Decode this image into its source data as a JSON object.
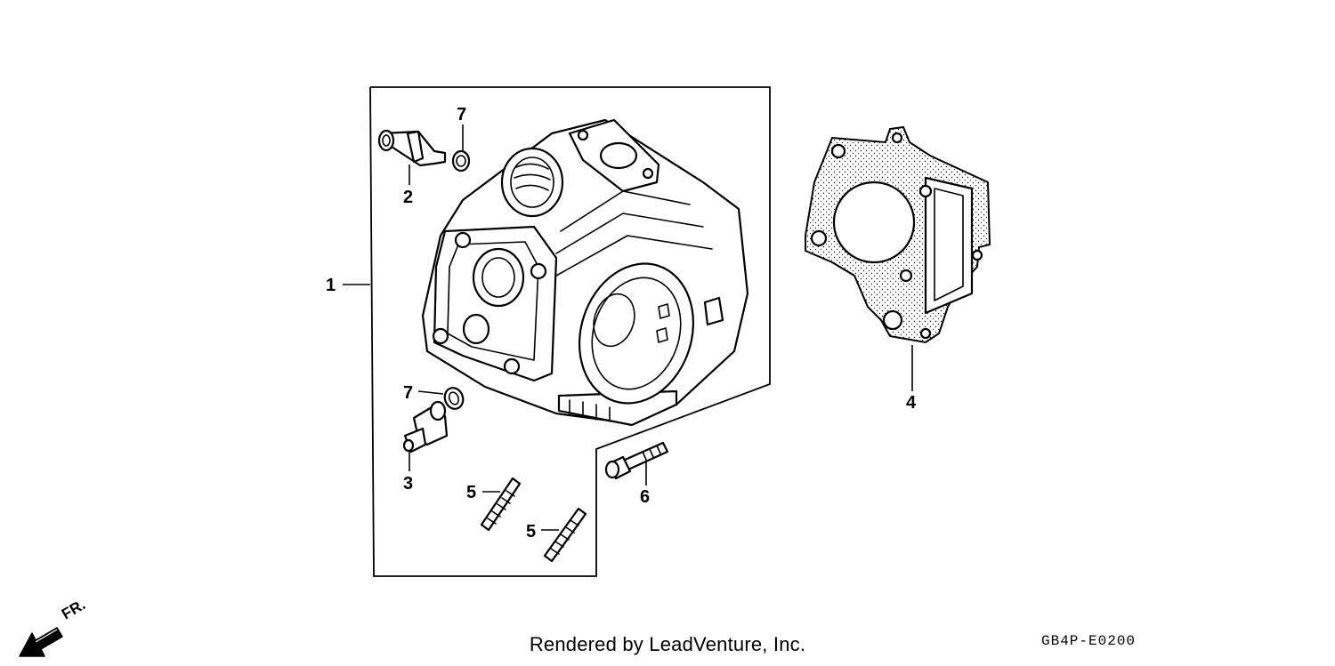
{
  "diagram": {
    "callouts": [
      {
        "id": "1"
      },
      {
        "id": "2"
      },
      {
        "id": "3"
      },
      {
        "id": "4"
      },
      {
        "id": "5"
      },
      {
        "id": "5"
      },
      {
        "id": "6"
      },
      {
        "id": "7"
      },
      {
        "id": "7"
      }
    ],
    "direction_label": "FR.",
    "diagram_code": "GB4P-E0200",
    "credit": "Rendered by LeadVenture, Inc."
  }
}
